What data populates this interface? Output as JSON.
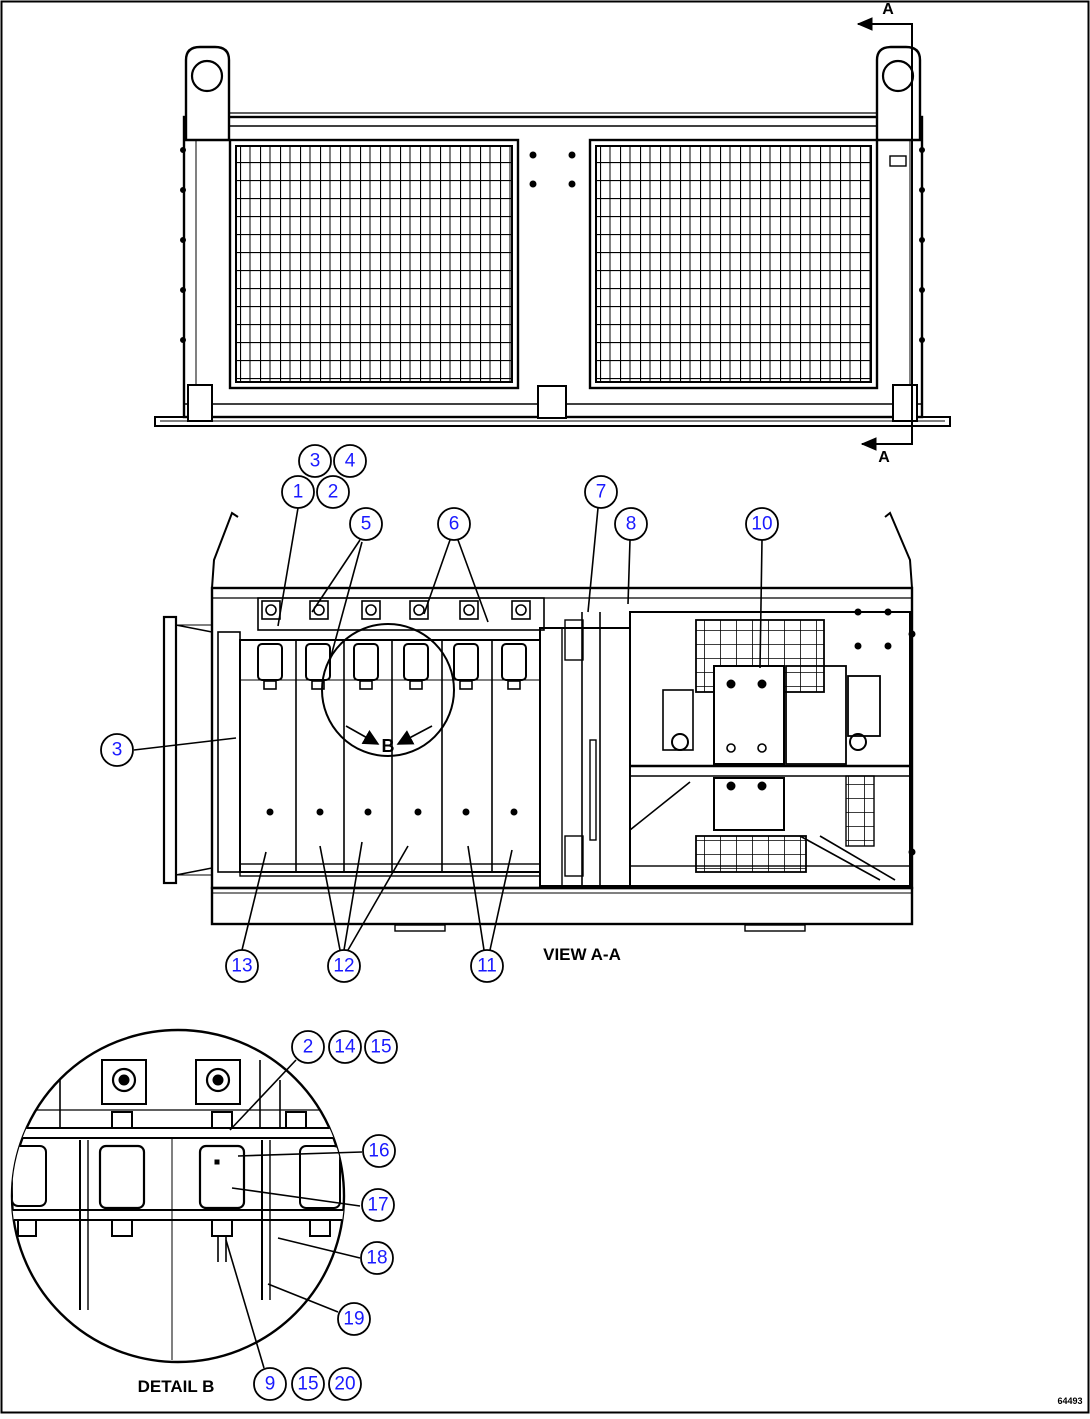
{
  "section_marks": {
    "letter": "A"
  },
  "view_label": "VIEW A-A",
  "detail_marker": "B",
  "detail_label": "DETAIL B",
  "drawing_number": "64493",
  "colors": {
    "line": "#000000",
    "callout_text": "#1a1aff",
    "background": "#ffffff"
  },
  "callouts": {
    "top_group": [
      "3",
      "4",
      "1",
      "2"
    ],
    "view_aa": [
      "5",
      "6",
      "7",
      "8",
      "10",
      "3",
      "13",
      "12",
      "11"
    ],
    "detail_top": [
      "2",
      "14",
      "15"
    ],
    "detail_side": [
      "16",
      "17",
      "18",
      "19"
    ],
    "detail_bottom": [
      "9",
      "15",
      "20"
    ]
  }
}
